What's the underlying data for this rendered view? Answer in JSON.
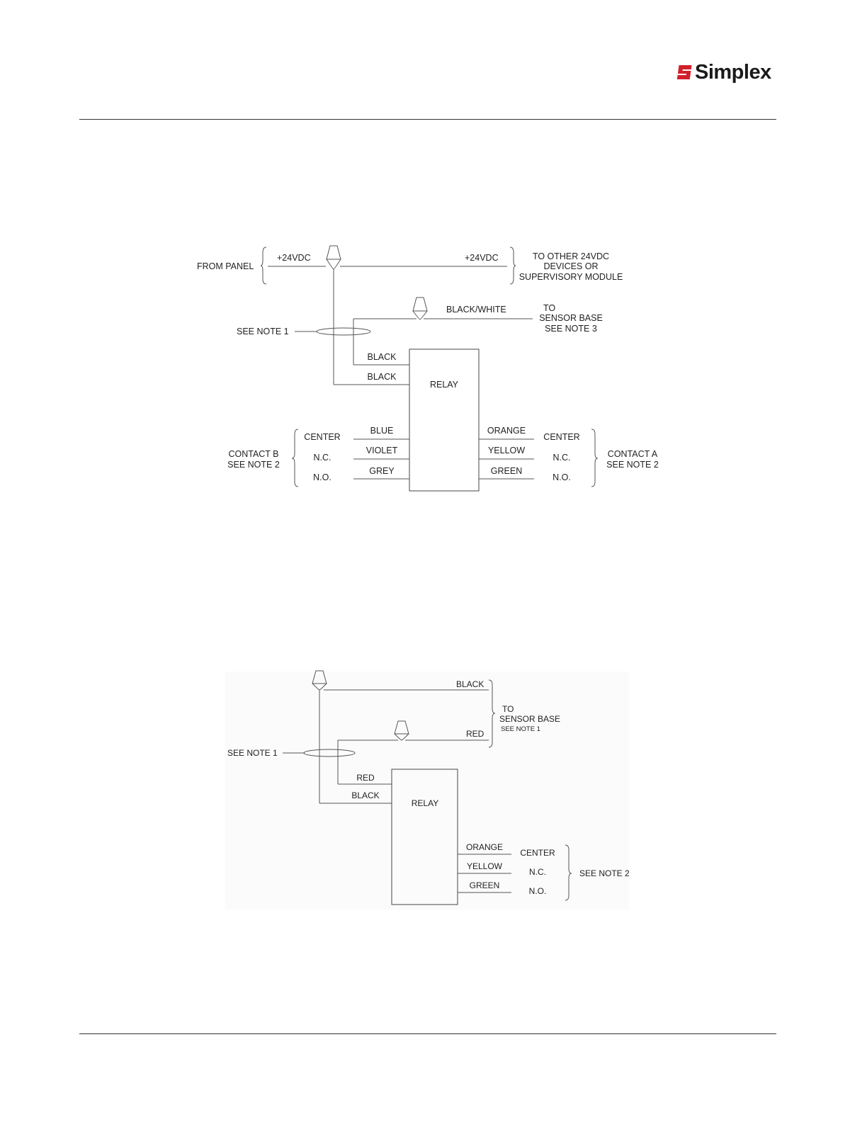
{
  "header": {
    "brand": "Simplex",
    "brand_color": "#d21f2b",
    "logo_icon": "simplex-s-logo-icon"
  },
  "diagram1": {
    "from_panel": "FROM PANEL",
    "v24_left": "+24VDC",
    "v24_right": "+24VDC",
    "to_other_1": "TO OTHER 24VDC",
    "to_other_2": "DEVICES OR",
    "to_other_3": "SUPERVISORY MODULE",
    "black_white": "BLACK/WHITE",
    "to_sensor_1": "TO",
    "to_sensor_2": "SENSOR BASE",
    "to_sensor_3": "SEE NOTE 3",
    "see_note1": "SEE NOTE 1",
    "black_top": "BLACK",
    "black_bottom": "BLACK",
    "relay": "RELAY",
    "blue": "BLUE",
    "violet": "VIOLET",
    "grey": "GREY",
    "orange": "ORANGE",
    "yellow": "YELLOW",
    "green": "GREEN",
    "center_left": "CENTER",
    "nc_left": "N.C.",
    "no_left": "N.O.",
    "center_right": "CENTER",
    "nc_right": "N.C.",
    "no_right": "N.O.",
    "contact_b_1": "CONTACT B",
    "contact_b_2": "SEE NOTE 2",
    "contact_a_1": "CONTACT A",
    "contact_a_2": "SEE NOTE 2"
  },
  "diagram2": {
    "black_top": "BLACK",
    "to_1": "TO",
    "to_2": "SENSOR BASE",
    "to_3": "SEE NOTE 1",
    "red_top": "RED",
    "see_note1": "SEE NOTE 1",
    "red_relay": "RED",
    "black_relay": "BLACK",
    "relay": "RELAY",
    "orange": "ORANGE",
    "yellow": "YELLOW",
    "green": "GREEN",
    "center": "CENTER",
    "nc": "N.C.",
    "no": "N.O.",
    "see_note2": "SEE NOTE 2"
  }
}
